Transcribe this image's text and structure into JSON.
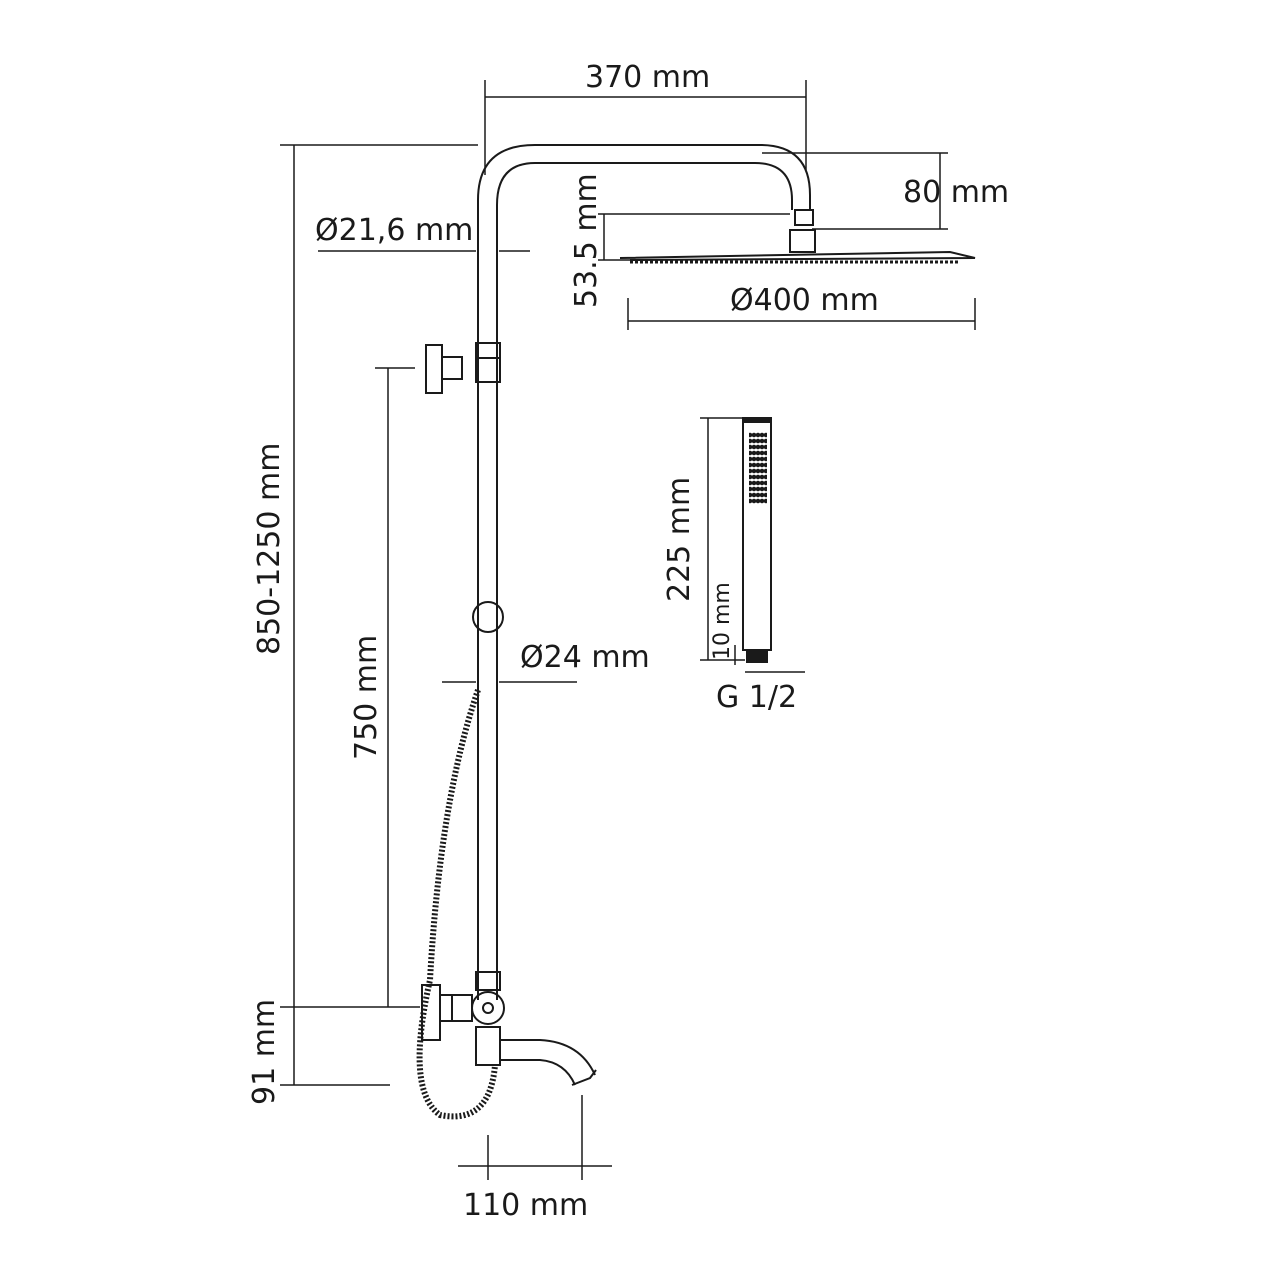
{
  "diagram": {
    "type": "technical-drawing",
    "subject": "shower system with overhead shower, hand shower and bath spout",
    "stroke_color": "#1a1a1a",
    "background": "#ffffff",
    "dimensions": {
      "arm_length": "370 mm",
      "arm_height": "80 mm",
      "pipe_diameter": "Ø21,6 mm",
      "head_height": "53.5 mm",
      "head_diameter": "Ø400 mm",
      "total_height": "850-1250 mm",
      "slider_range": "750 mm",
      "lower_pipe_diameter": "Ø24 mm",
      "mixer_height": "91 mm",
      "spout_length": "110 mm",
      "hand_shower_length": "225 mm",
      "hand_shower_thread_length": "10 mm",
      "hand_shower_thread": "G 1/2"
    }
  }
}
